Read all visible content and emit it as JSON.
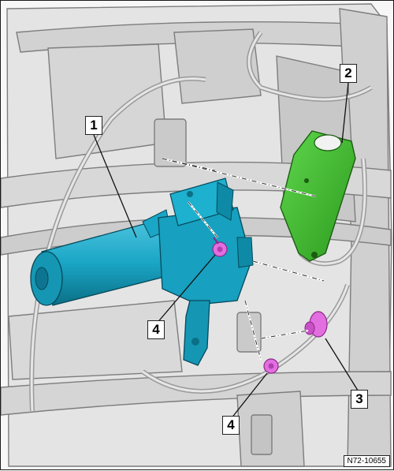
{
  "diagram": {
    "reference_code": "N72-10655",
    "callouts": [
      {
        "id": "callout-1",
        "label": "1",
        "part": "motor"
      },
      {
        "id": "callout-2",
        "label": "2",
        "part": "bracket"
      },
      {
        "id": "callout-3",
        "label": "3",
        "part": "clip"
      },
      {
        "id": "callout-4a",
        "label": "4",
        "part": "bolt"
      },
      {
        "id": "callout-4b",
        "label": "4",
        "part": "bolt"
      }
    ],
    "colors": {
      "motor": "#1aa6c6",
      "motor_dark": "#0d7c96",
      "bracket": "#3fbf2f",
      "bracket_dark": "#2c8f1e",
      "fastener": "#e36ee0",
      "frame": "#d9d9d9",
      "frame_line": "#8c8c8c"
    }
  }
}
